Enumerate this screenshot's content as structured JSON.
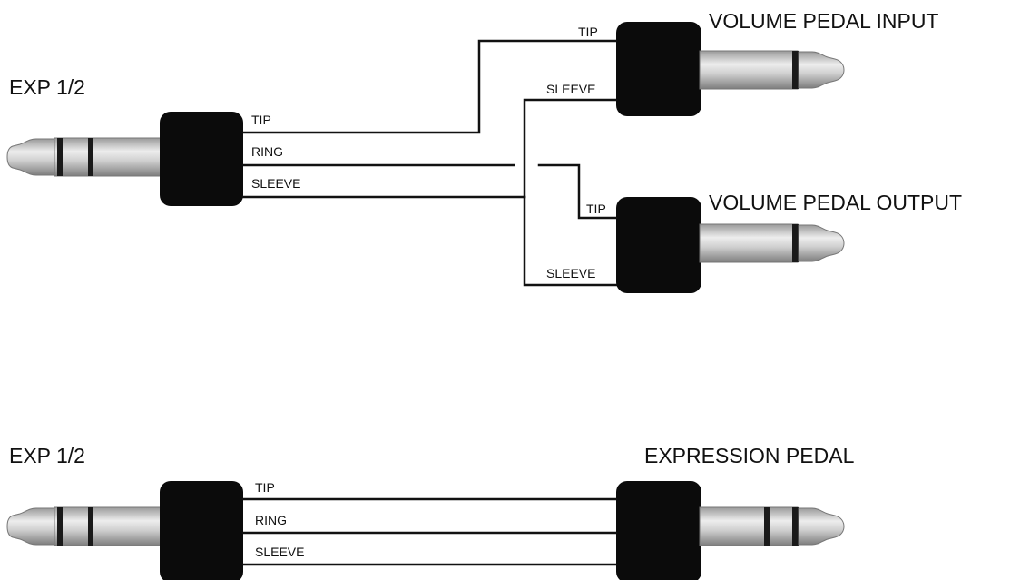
{
  "colors": {
    "ink": "#111111",
    "jack_body": "#0b0b0b",
    "metal_light": "#e8e8e8",
    "metal_mid": "#c2c2c2",
    "metal_dark": "#8a8a8a",
    "band": "#1a1a1a"
  },
  "top": {
    "source_label": "EXP 1/2",
    "source_wires": [
      "TIP",
      "RING",
      "SLEEVE"
    ],
    "input_label": "VOLUME PEDAL INPUT",
    "input_wires": [
      "TIP",
      "SLEEVE"
    ],
    "output_label": "VOLUME PEDAL OUTPUT",
    "output_wires": [
      "TIP",
      "SLEEVE"
    ]
  },
  "bottom": {
    "source_label": "EXP 1/2",
    "dest_label": "EXPRESSION PEDAL",
    "wires": [
      "TIP",
      "RING",
      "SLEEVE"
    ]
  }
}
